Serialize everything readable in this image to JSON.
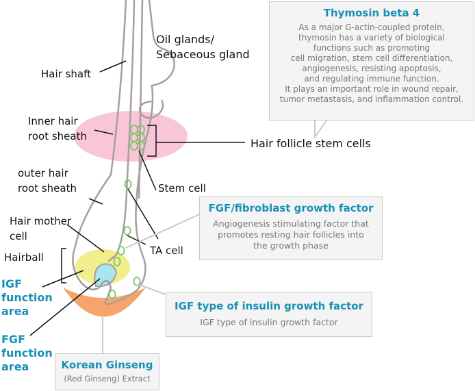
{
  "labels": {
    "hair_shaft": "Hair shaft",
    "oil_glands_1": "Oil glands/",
    "oil_glands_2": "Sebaceous gland",
    "inner_sheath_1": "Inner hair",
    "inner_sheath_2": "root sheath",
    "hair_follicle_stem_cells": "Hair follicle stem cells",
    "outer_sheath_1": "outer hair",
    "outer_sheath_2": "root sheath",
    "stem_cell": "Stem cell",
    "hair_mother_1": "Hair mother",
    "hair_mother_2": "cell",
    "ta_cell": "TA cell",
    "hairball": "Hairball",
    "igf_area_1": "IGF",
    "igf_area_2": "function",
    "igf_area_3": "area",
    "fgf_area_1": "FGF",
    "fgf_area_2": "function",
    "fgf_area_3": "area"
  },
  "thymosin": {
    "title": "Thymosin beta 4",
    "lines": [
      "As a major G-actin-coupled protein,",
      "thymosin has a variety of biological",
      "functions such as promoting",
      "cell migration, stem cell differentiation,",
      "angiogenesis, resisting apoptosis,",
      "and regulating immune function.",
      "It plays an important role in wound repair,",
      "tumor metastasis, and inflammation control."
    ]
  },
  "fgf": {
    "title": "FGF/fibroblast growth factor",
    "lines": [
      "Angiogenesis stimulating factor that",
      "promotes resting hair follicles into",
      "the growth phase"
    ]
  },
  "igf": {
    "title": "IGF type of insulin growth factor",
    "lines": [
      "IGF type of insulin growth factor"
    ]
  },
  "ginseng": {
    "title": "Korean Ginseng",
    "lines": [
      "(Red Ginseng) Extract"
    ]
  },
  "colors": {
    "accent_blue": "#1a90b8",
    "follicle_outline": "#a39fa0",
    "pink_zone": "#f8c6d6",
    "yellow_bulb": "#f3ee8c",
    "cyan_papilla": "#a6e6ec",
    "orange_area": "#f7a36c",
    "green_cells": "#7cc46a"
  }
}
